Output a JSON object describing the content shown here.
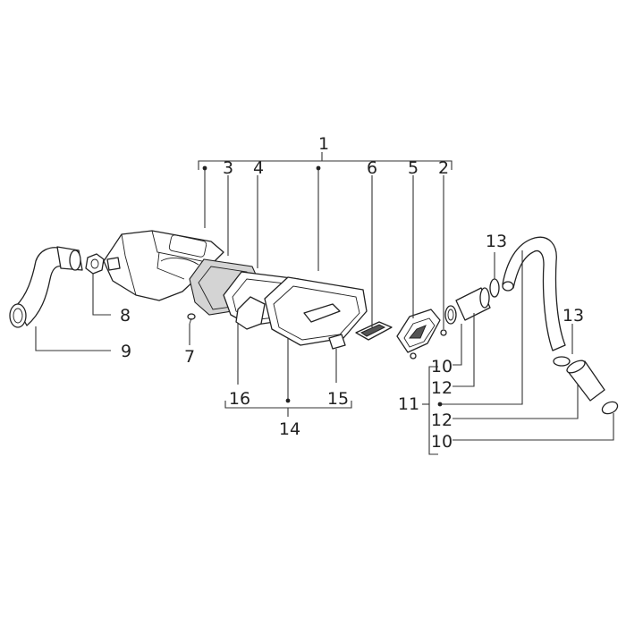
{
  "callouts": {
    "c1": "1",
    "c2": "2",
    "c3": "3",
    "c4": "4",
    "c5": "5",
    "c6": "6",
    "c7": "7",
    "c8": "8",
    "c9": "9",
    "c10a": "10",
    "c10b": "10",
    "c11": "11",
    "c12a": "12",
    "c12b": "12",
    "c13a": "13",
    "c13b": "13",
    "c14": "14",
    "c15": "15",
    "c16": "16"
  }
}
